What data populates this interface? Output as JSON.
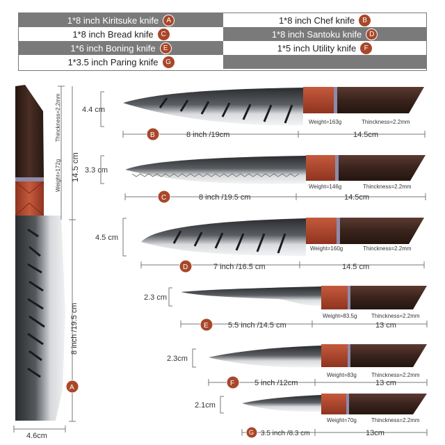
{
  "legend": {
    "rows": [
      {
        "text": "1*8 inch Kiritsuke knife",
        "letter": "A"
      },
      {
        "text": "1*8 inch Chef knife",
        "letter": "B"
      },
      {
        "text": "1*8 inch Bread knife",
        "letter": "C"
      },
      {
        "text": "1*8 inch Santoku knife",
        "letter": "D"
      },
      {
        "text": "1*6 inch Boning knife",
        "letter": "E"
      },
      {
        "text": "1*5 inch Utility knife",
        "letter": "F"
      },
      {
        "text": "1*3.5 inch Paring knife",
        "letter": "G"
      }
    ]
  },
  "kiritsuke": {
    "letter": "A",
    "blade_length": "8 inch /19.5 cm",
    "handle_length": "14.5 cm",
    "width": "4.6cm",
    "thickness": "Thinckness=2.2mm",
    "weight": "Weight=172g"
  },
  "knives": [
    {
      "letter": "B",
      "height": "4.4 cm",
      "blade": "8 inch /19cm",
      "handle": "14.5cm",
      "weight": "Weight=163g",
      "thickness": "Thinckness=2.2mm"
    },
    {
      "letter": "C",
      "height": "3.3 cm",
      "blade": "8 inch /19.5 cm",
      "handle": "14.5cm",
      "weight": "Weight=146g",
      "thickness": "Thinckness=2.2mm"
    },
    {
      "letter": "D",
      "height": "4.5 cm",
      "blade": "7 inch /16.5 cm",
      "handle": "14.5 cm",
      "weight": "Weight=160g",
      "thickness": "Thinckness=2.2mm"
    },
    {
      "letter": "E",
      "height": "2.3 cm",
      "blade": "5.5 inch /14.5 cm",
      "handle": "13 cm",
      "weight": "Weight=83.5g",
      "thickness": "Thinckness=2.2mm"
    },
    {
      "letter": "F",
      "height": "2.3cm",
      "blade": "5 inch /12cm",
      "handle": "13 cm",
      "weight": "Weight=83g",
      "thickness": "Thinckness=2.2mm"
    },
    {
      "letter": "G",
      "height": "2.1cm",
      "blade": "3.5 inch /8.3 cm",
      "handle": "13cm",
      "weight": "Weight=70g",
      "thickness": "Thinckness=2.2mm"
    }
  ],
  "colors": {
    "badge": "#a9472a",
    "handle": "#3e2620",
    "bolster": "#a8442e",
    "steel": "#c9ccd0",
    "dark_steel": "#2e3033"
  }
}
